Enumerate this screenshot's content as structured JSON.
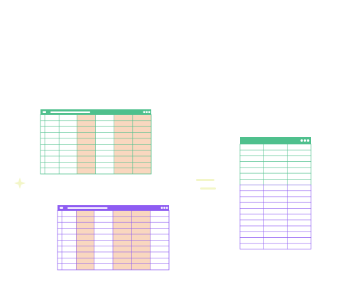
{
  "colors": {
    "green": "#4fc08d",
    "purple": "#8e5cf2",
    "highlight": "#f9d7bf",
    "background": "#ffffff",
    "sparkle": "#f3f6c8",
    "bar_pale": "#eaf7f0"
  },
  "icons": {
    "window_controls": "three-dot-icon",
    "small_window_logo": "pill-icon",
    "sparkle": "plus-sparkle-icon",
    "arrow_hint": "motion-lines-icon"
  },
  "diagram": {
    "description_free": true,
    "table_top": {
      "color_key": "green",
      "columns": 7,
      "rows": 10,
      "highlighted_columns": [
        3,
        5,
        6
      ]
    },
    "table_bottom": {
      "color_key": "purple",
      "columns": 7,
      "rows": 10,
      "highlighted_columns": [
        2,
        4,
        5
      ]
    },
    "table_result": {
      "columns": 3,
      "green_rows": 7,
      "purple_rows": 11
    }
  }
}
